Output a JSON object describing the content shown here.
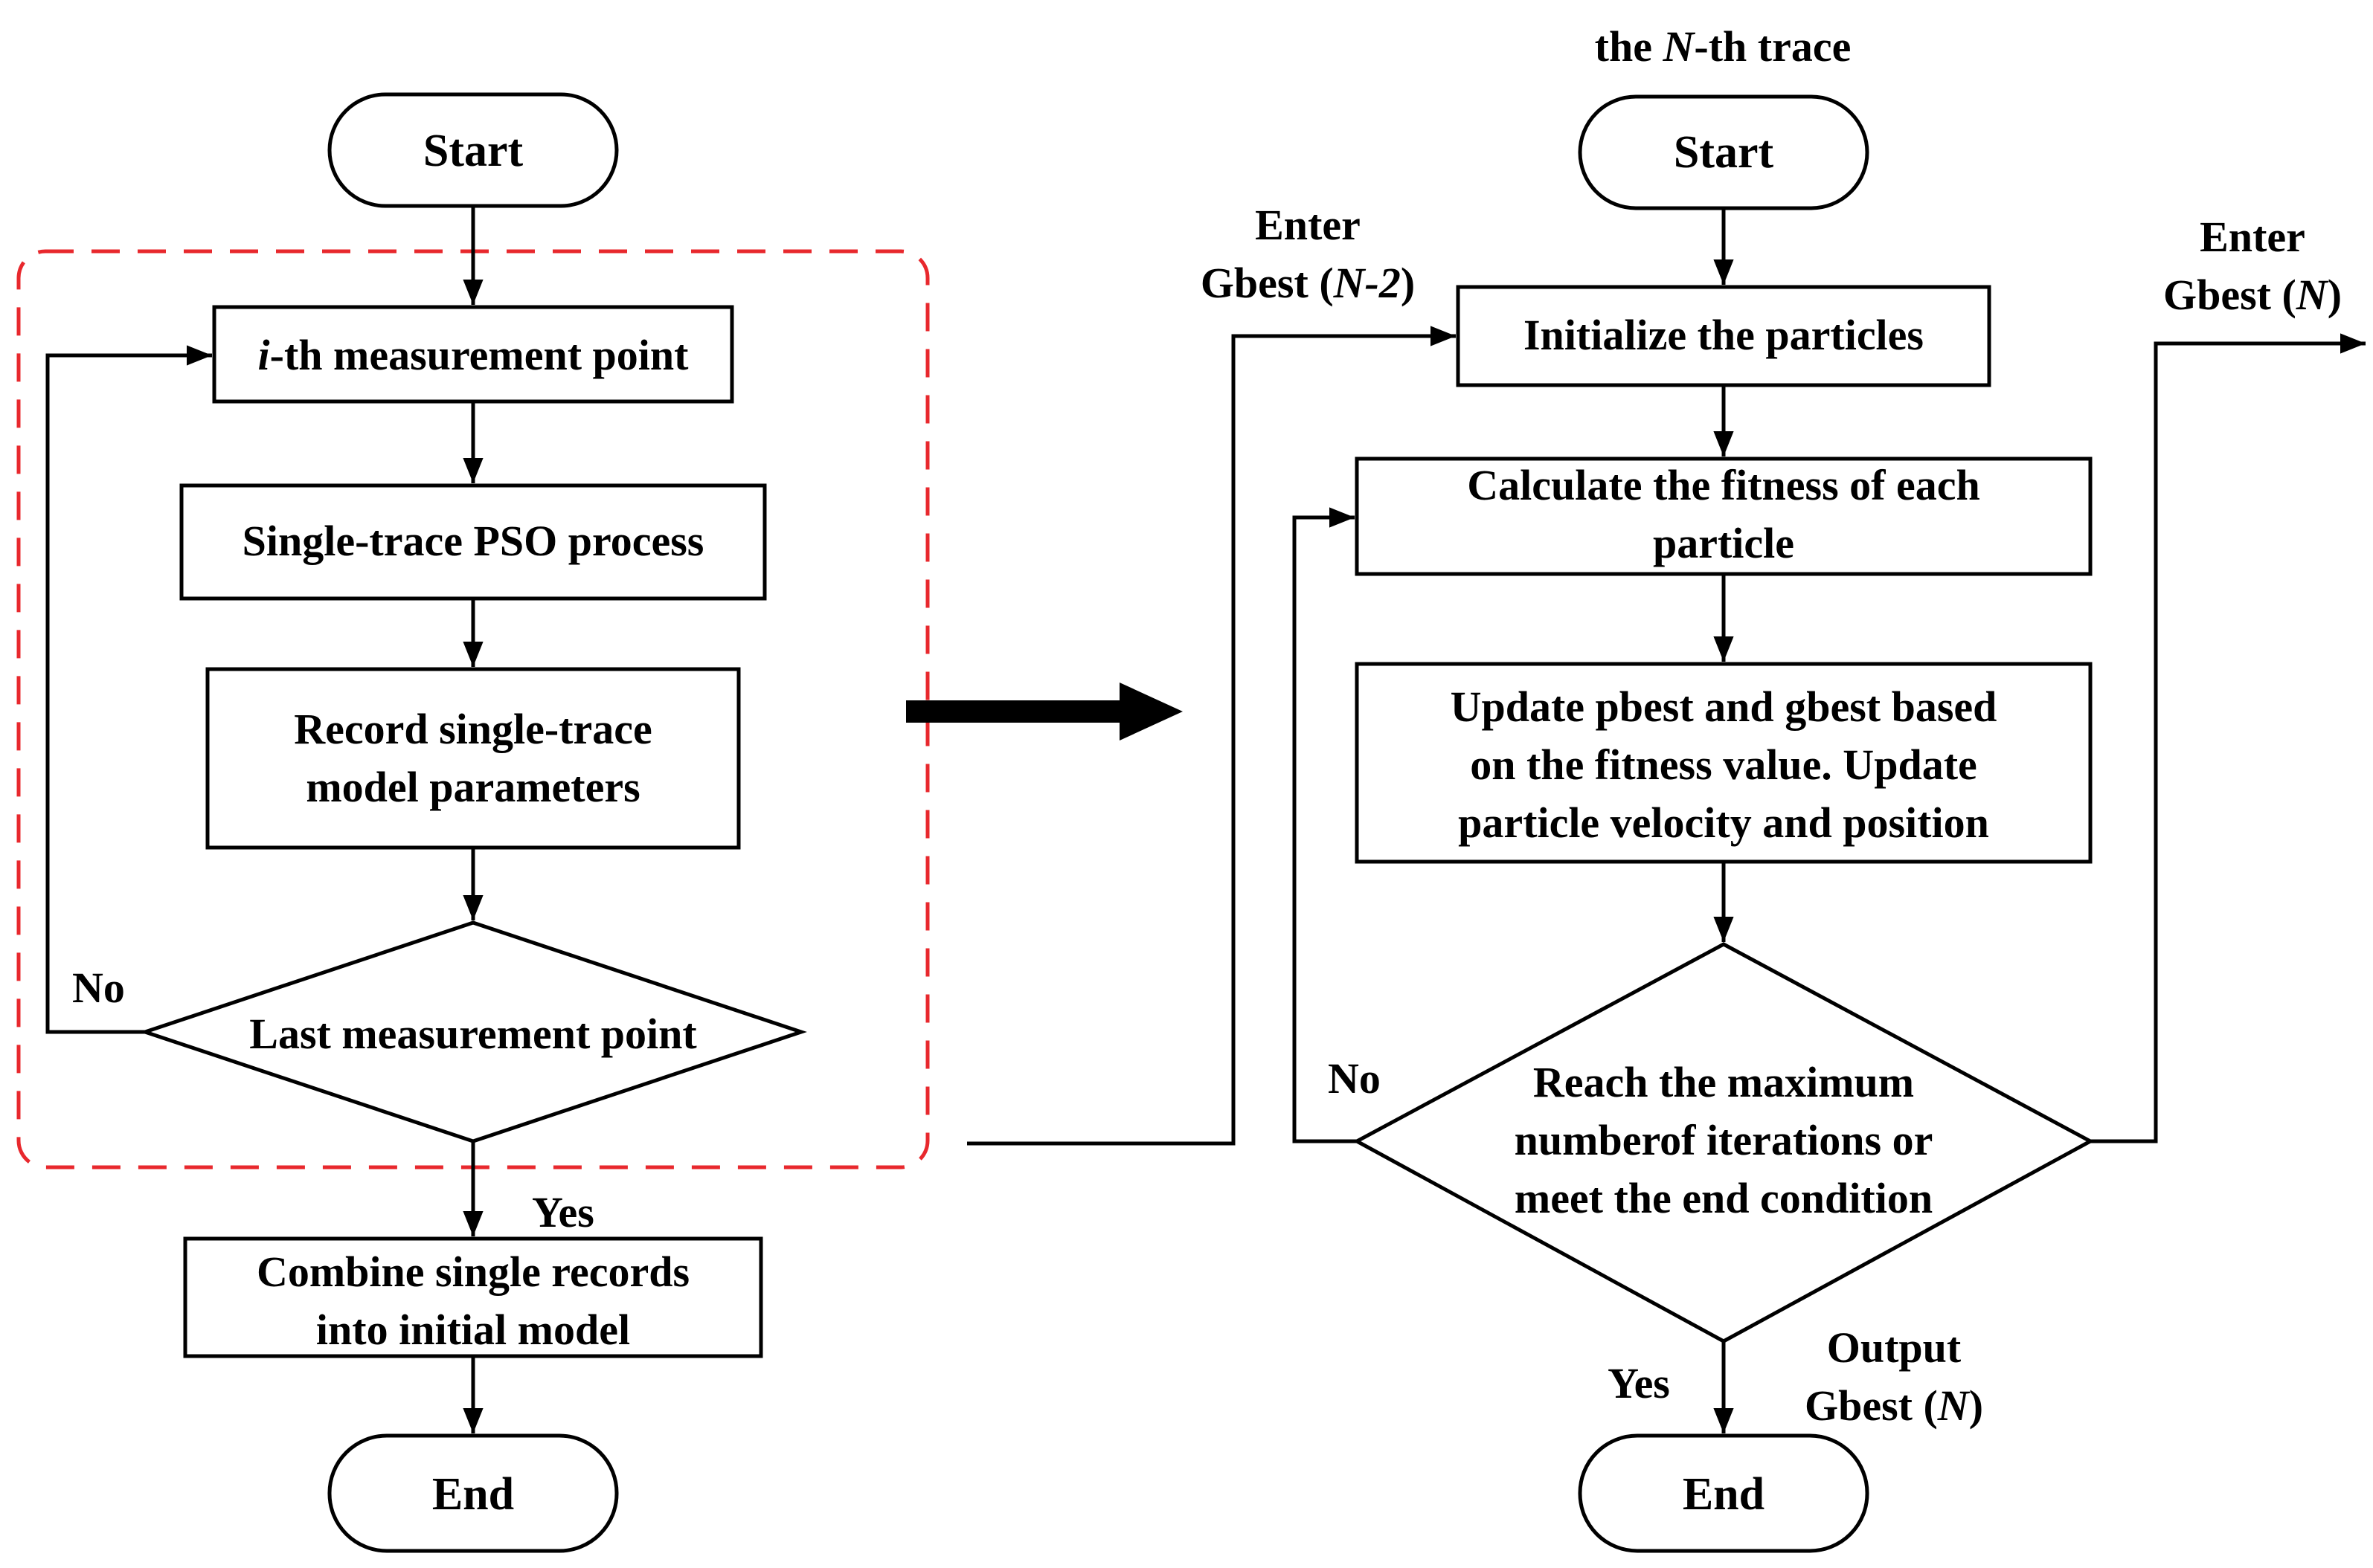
{
  "colors": {
    "stroke": "#000000",
    "dashed_frame": "#e8282d",
    "background": "#ffffff"
  },
  "left": {
    "start": "Start",
    "measure_point": {
      "prefix": "i",
      "suffix": "-th measurement point"
    },
    "pso_process": "Single-trace PSO process",
    "record": [
      "Record single-trace",
      "model parameters"
    ],
    "decision": "Last measurement point",
    "no_label": "No",
    "yes_label": "Yes",
    "combine": [
      "Combine single records",
      "into initial model"
    ],
    "end": "End"
  },
  "right": {
    "title": {
      "prefix": "the ",
      "var": "N",
      "suffix": "-th trace"
    },
    "start": "Start",
    "enter_in": {
      "line1": "Enter",
      "prefix": "Gbest (",
      "var": "N-2",
      "suffix": ")"
    },
    "initialize": "Initialize the particles",
    "fitness": [
      "Calculate the fitness of each",
      "particle"
    ],
    "update": [
      "Update pbest and gbest based",
      "on the fitness value. Update",
      "particle velocity and position"
    ],
    "decision": [
      "Reach the maximum",
      "numberof iterations or",
      "meet the end condition"
    ],
    "no_label": "No",
    "yes_label": "Yes",
    "output": {
      "line1": "Output",
      "prefix": "Gbest (",
      "var": "N",
      "suffix": ")"
    },
    "enter_out": {
      "line1": "Enter",
      "prefix": "Gbest (",
      "var": "N",
      "suffix": ")"
    },
    "end": "End"
  }
}
